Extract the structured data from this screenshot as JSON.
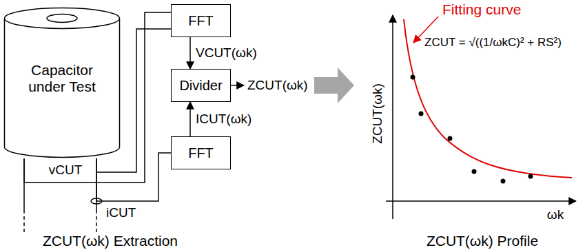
{
  "diagram": {
    "nodes": [
      {
        "text": [
          "Capacitor under Test"
        ]
      },
      {
        "text": [
          "FFT"
        ]
      },
      {
        "text": [
          "Divider"
        ]
      },
      {
        "text": [
          "FFT"
        ]
      }
    ],
    "edges": [
      {
        "from": 0,
        "to": 1,
        "arrow": "none"
      },
      {
        "from": 0,
        "to": 3,
        "arrow": "none"
      },
      {
        "from": 1,
        "to": 2,
        "label": "VCUT(ωk)",
        "arrow": "to"
      },
      {
        "from": 3,
        "to": 2,
        "label": "ICUT(ωk)",
        "arrow": "to"
      }
    ],
    "labels": [
      "vCUT",
      "iCUT",
      "ZCUT(ωk)",
      "ZCUT(ωk) Extraction",
      "Fitting curve",
      "ZCUT = √((1/ωkC)² + RS²)",
      "ZCUT(ωk)",
      "ωk",
      "ZCUT(ωk) Profile"
    ]
  }
}
